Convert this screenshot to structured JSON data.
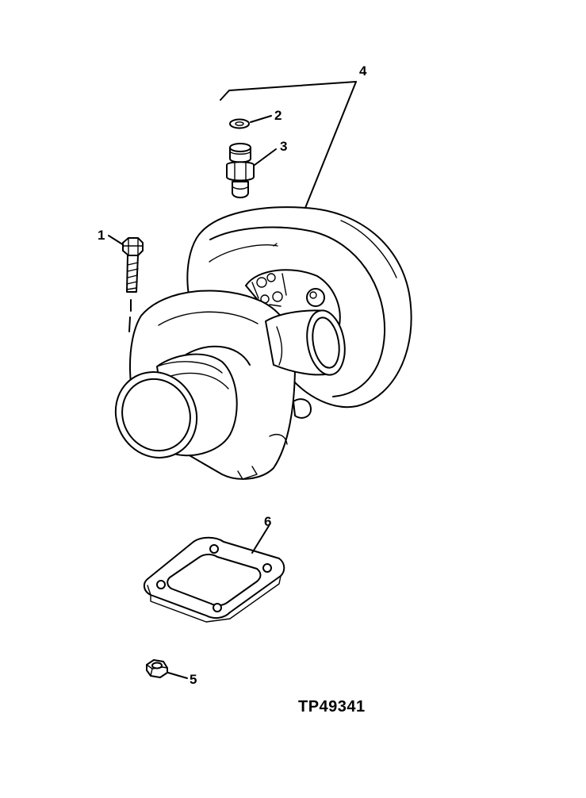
{
  "callouts": {
    "c1": "1",
    "c2": "2",
    "c3": "3",
    "c4": "4",
    "c5": "5",
    "c6": "6"
  },
  "figure_id": "TP49341"
}
